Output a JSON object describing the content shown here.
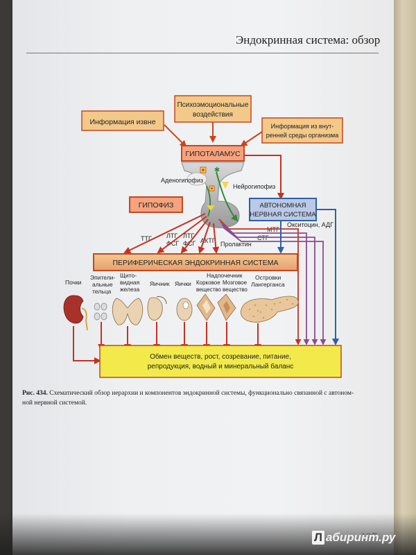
{
  "header": {
    "title": "Эндокринная система: обзор"
  },
  "boxes": {
    "info_outside": "Информация извне",
    "psycho_1": "Психоэмоциональные",
    "psycho_2": "воздействия",
    "info_inside_1": "Информация из внут-",
    "info_inside_2": "ренней среды организма",
    "hypothalamus": "ГИПОТАЛАМУС",
    "hypophysis": "ГИПОФИЗ",
    "autonomic_1": "АВТОНОМНАЯ",
    "autonomic_2": "НЕРВНАЯ СИСТЕМА",
    "peripheral": "ПЕРИФЕРИЧЕСКАЯ ЭНДОКРИННАЯ СИСТЕМА",
    "result_1": "Обмен веществ, рост, созревание, питание,",
    "result_2": "репродукция, водный и минеральный баланс"
  },
  "labels": {
    "adenohypophysis": "Аденогипофиз",
    "neurohypophysis": "Нейрогипофиз",
    "ttg": "ТТГ",
    "ltg_fsg_1a": "ЛТГ",
    "ltg_fsg_1b": "ФСГ",
    "ltg_fsg_2a": "ЛТГ",
    "ltg_fsg_2b": "ФСГ",
    "actg": "АКТГ",
    "prolactin": "Пролактин",
    "stg": "СТГ",
    "mtg": "МТГ",
    "oxytocin": "Окситоцин, АДГ"
  },
  "organs": {
    "kidneys": "Почки",
    "epithelial_1": "Эпители-",
    "epithelial_2": "альные",
    "epithelial_3": "тельца",
    "thyroid_1": "Щито-",
    "thyroid_2": "видная",
    "thyroid_3": "железа",
    "ovary": "Яичник",
    "testis": "Яички",
    "adrenal": "Надпочечник",
    "cortex_1": "Корковое",
    "cortex_2": "вещество",
    "medulla_1": "Мозговое",
    "medulla_2": "вещество",
    "islets_1": "Островки",
    "islets_2": "Лангерганса"
  },
  "caption": {
    "label": "Рис. 434.",
    "text_1": "Схематический обзор иерархии и компонентов эндокринной системы, функционально связанной с автоном-",
    "text_2": "ной нервной системой."
  },
  "page_number": "197",
  "watermark": {
    "mark": "Л",
    "text": "абиринт.ру"
  },
  "colors": {
    "orange_box": "#f3c98a",
    "orange_border": "#c8451f",
    "red_arrow": "#c8301e",
    "purple_arrow": "#8a4c8f",
    "blue_arrow": "#2f5fa8",
    "yellow_box": "#f2ea4a",
    "blue_box": "#b9c9e6"
  }
}
